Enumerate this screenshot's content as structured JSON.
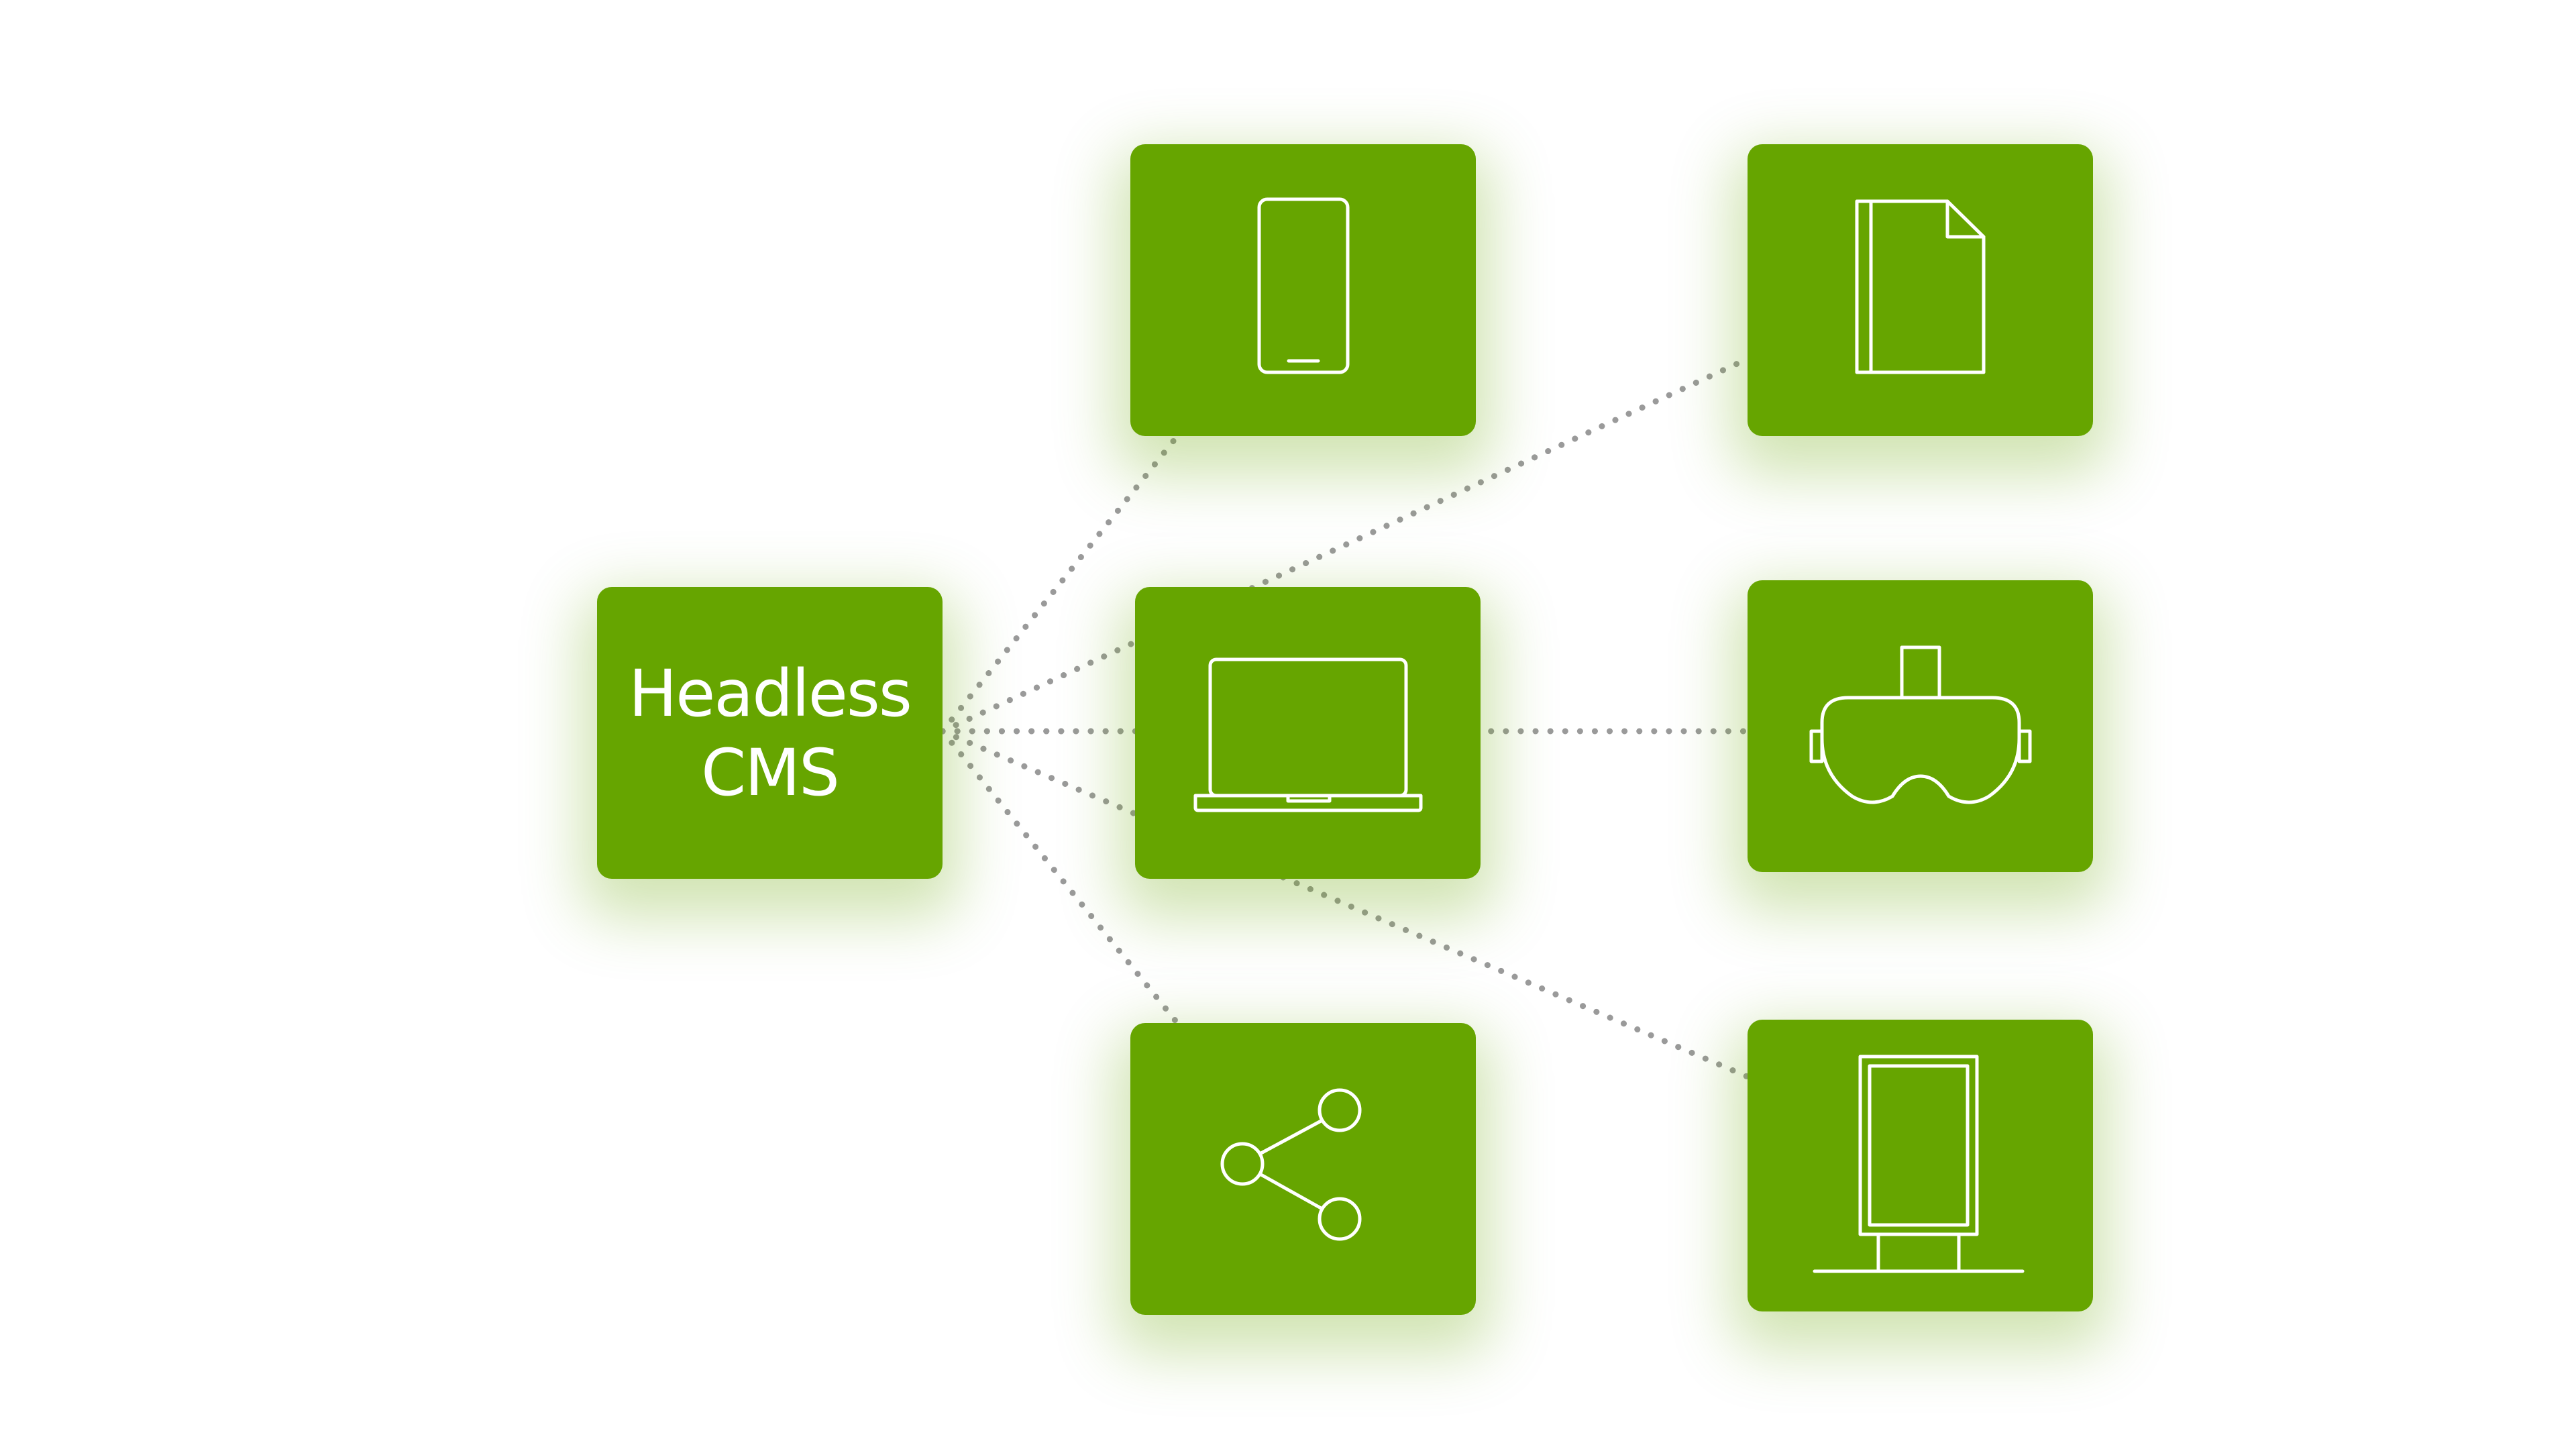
{
  "colors": {
    "tile": "#66a500",
    "connector": "#9a9a9a",
    "icon": "#ffffff",
    "background": "#ffffff"
  },
  "hub": {
    "label_line1": "Headless",
    "label_line2": "CMS"
  },
  "channels": [
    {
      "id": "phone",
      "icon": "smartphone-icon"
    },
    {
      "id": "laptop",
      "icon": "laptop-icon"
    },
    {
      "id": "share",
      "icon": "share-icon"
    },
    {
      "id": "doc",
      "icon": "document-icon"
    },
    {
      "id": "vr",
      "icon": "vr-headset-icon"
    },
    {
      "id": "kiosk",
      "icon": "digital-signage-icon"
    }
  ],
  "connections": [
    {
      "from": "hub",
      "to": "phone"
    },
    {
      "from": "hub",
      "to": "laptop"
    },
    {
      "from": "hub",
      "to": "share"
    },
    {
      "from": "hub",
      "to": "doc"
    },
    {
      "from": "hub",
      "to": "vr"
    },
    {
      "from": "hub",
      "to": "kiosk"
    }
  ]
}
